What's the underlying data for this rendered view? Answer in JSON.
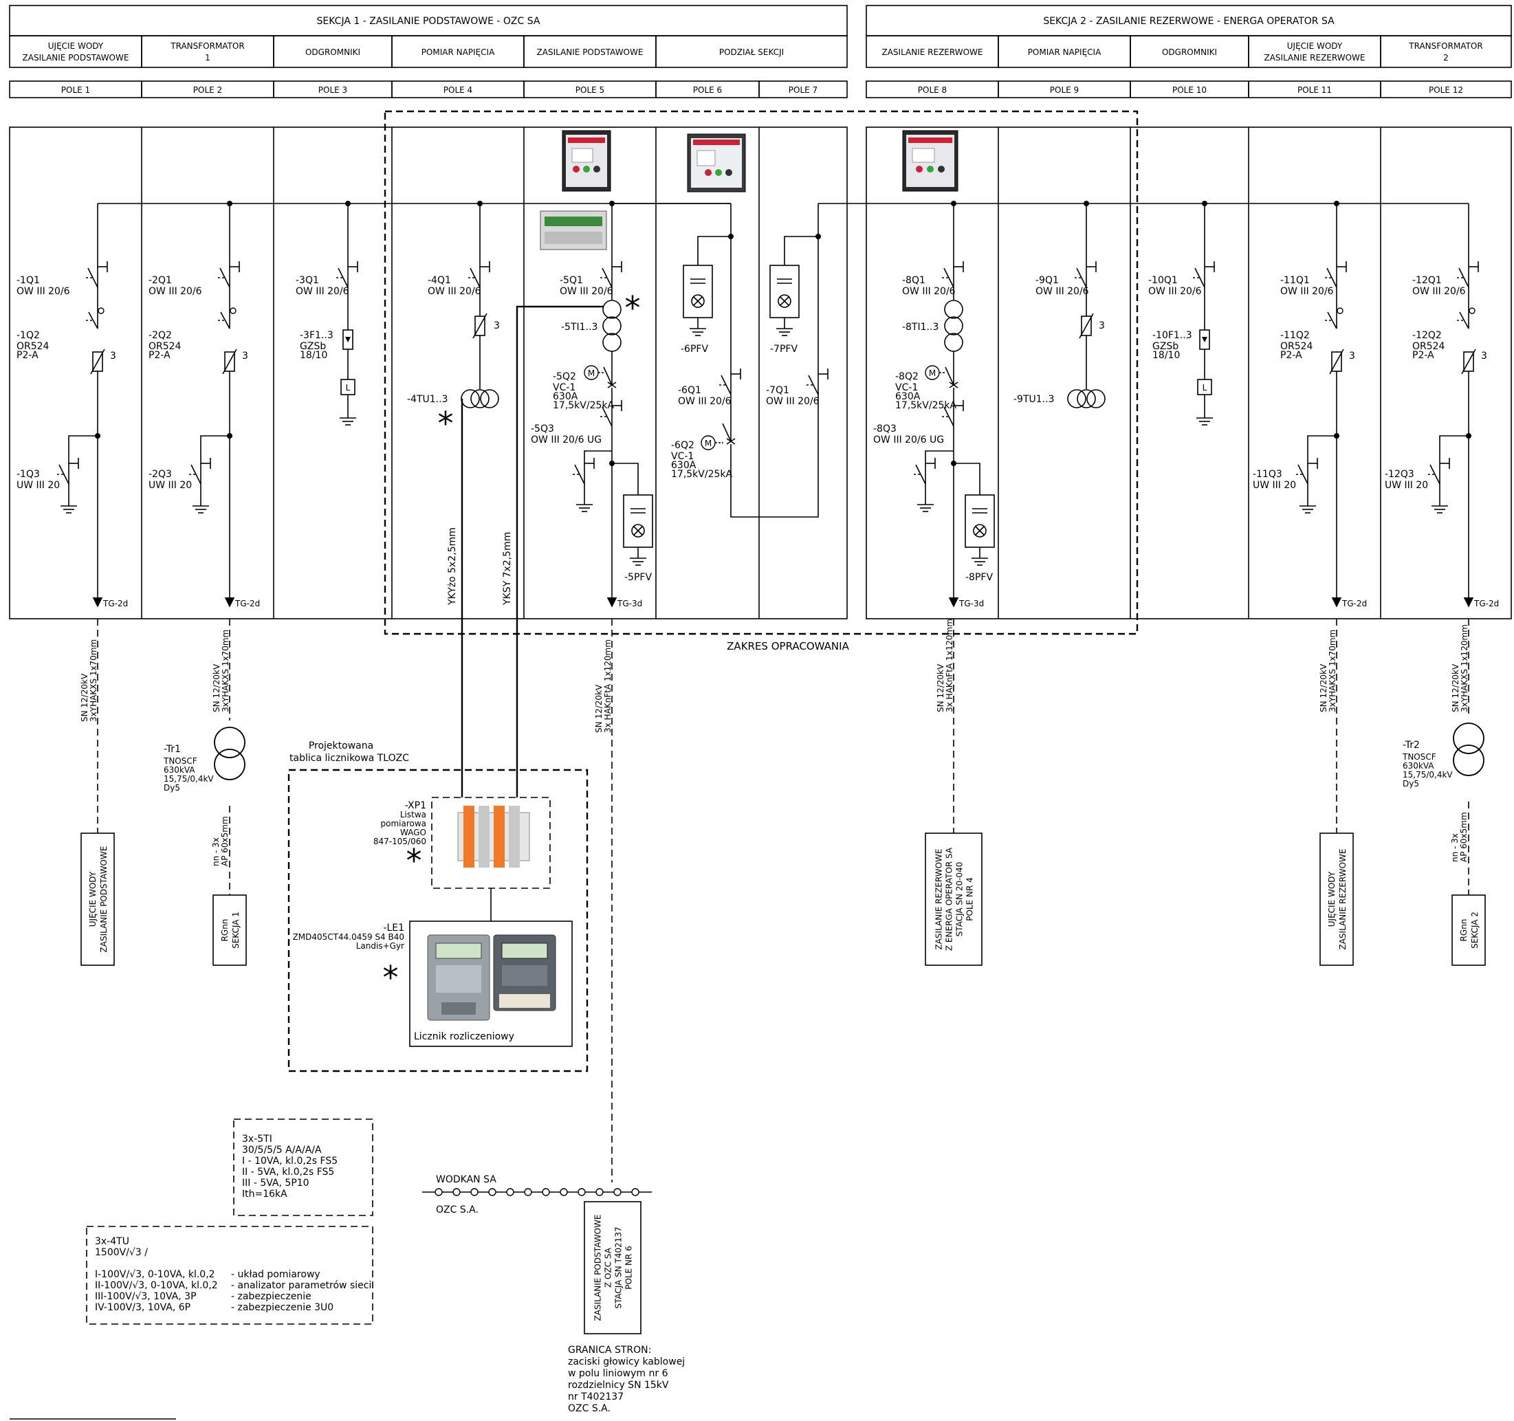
{
  "sections": [
    {
      "title": "SEKCJA 1 - ZASILANIE PODSTAWOWE - OZC SA"
    },
    {
      "title": "SEKCJA 2 - ZASILANIE REZERWOWE - ENERGA OPERATOR SA"
    }
  ],
  "functions": [
    {
      "l1": "UJĘCIE WODY",
      "l2": "ZASILANIE PODSTAWOWE"
    },
    {
      "l1": "TRANSFORMATOR",
      "l2": "1"
    },
    {
      "l1": "ODGROMNIKI",
      "l2": ""
    },
    {
      "l1": "POMIAR NAPIĘCIA",
      "l2": ""
    },
    {
      "l1": "ZASILANIE PODSTAWOWE",
      "l2": ""
    },
    {
      "l1": "PODZIAŁ SEKCJI",
      "l2": ""
    },
    {
      "l1": "ZASILANIE REZERWOWE",
      "l2": ""
    },
    {
      "l1": "POMIAR NAPIĘCIA",
      "l2": ""
    },
    {
      "l1": "ODGROMNIKI",
      "l2": ""
    },
    {
      "l1": "UJĘCIE WODY",
      "l2": "ZASILANIE REZERWOWE"
    },
    {
      "l1": "TRANSFORMATOR",
      "l2": "2"
    }
  ],
  "fields": [
    "POLE 1",
    "POLE 2",
    "POLE 3",
    "POLE 4",
    "POLE 5",
    "POLE 6",
    "POLE 7",
    "POLE 8",
    "POLE 9",
    "POLE 10",
    "POLE 11",
    "POLE 12"
  ],
  "labels": {
    "q1": [
      "-1Q1",
      "OW III 20/6"
    ],
    "q1b": [
      "-1Q2",
      "OR524",
      "P2-A"
    ],
    "q1c": [
      "-1Q3",
      "UW III 20"
    ],
    "q2": [
      "-2Q1",
      "OW III 20/6"
    ],
    "q2b": [
      "-2Q2",
      "OR524",
      "P2-A"
    ],
    "q2c": [
      "-2Q3",
      "UW III 20"
    ],
    "q3": [
      "-3Q1",
      "OW III 20/6"
    ],
    "q3b": [
      "-3F1..3",
      "GZSb",
      "18/10"
    ],
    "q4": [
      "-4Q1",
      "OW III 20/6"
    ],
    "q4b": [
      "-4TU1..3"
    ],
    "q5": [
      "-5Q1",
      "OW III 20/6"
    ],
    "q5b": [
      "-5TI1..3"
    ],
    "q5c": [
      "-5Q2",
      "VC-1",
      "630A",
      "17,5kV/25kA"
    ],
    "q5d": [
      "-5Q3",
      "OW III 20/6 UG"
    ],
    "q5e": [
      "-5PFV"
    ],
    "q6": [
      "-6PFV"
    ],
    "q6b": [
      "-6Q1",
      "OW III 20/6"
    ],
    "q6c": [
      "-6Q2",
      "VC-1",
      "630A",
      "17,5kV/25kA"
    ],
    "q7": [
      "-7PFV"
    ],
    "q7b": [
      "-7Q1",
      "OW III 20/6"
    ],
    "q8": [
      "-8Q1",
      "OW III 20/6"
    ],
    "q8b": [
      "-8TI1..3"
    ],
    "q8c": [
      "-8Q2",
      "VC-1",
      "630A",
      "17,5kV/25kA"
    ],
    "q8d": [
      "-8Q3",
      "OW III 20/6 UG"
    ],
    "q8e": [
      "-8PFV"
    ],
    "q9": [
      "-9Q1",
      "OW III 20/6"
    ],
    "q9b": [
      "-9TU1..3"
    ],
    "q10": [
      "-10Q1",
      "OW III 20/6"
    ],
    "q10b": [
      "-10F1..3",
      "GZSb",
      "18/10"
    ],
    "q11": [
      "-11Q1",
      "OW III 20/6"
    ],
    "q11b": [
      "-11Q2",
      "OR524",
      "P2-A"
    ],
    "q11c": [
      "-11Q3",
      "UW III 20"
    ],
    "q12": [
      "-12Q1",
      "OW III 20/6"
    ],
    "q12b": [
      "-12Q2",
      "OR524",
      "P2-A"
    ],
    "q12c": [
      "-12Q3",
      "UW III 20"
    ],
    "three": "3",
    "lcap": "L",
    "motor": "M",
    "star": "*"
  },
  "terms": [
    "TG-2d",
    "TG-2d",
    "TG-3d",
    "TG-3d",
    "TG-2d",
    "TG-2d"
  ],
  "cables": [
    {
      "l1": "SN 12/20kV",
      "l2": "3xYHAKXS 1x70mm"
    },
    {
      "l1": "SN 12/20kV",
      "l2": "3xYHAKXS 1x70mm"
    },
    {
      "l1": "SN 12/20kV",
      "l2": "3x HAKnFtA 1x120mm"
    },
    {
      "l1": "SN 12/20kV",
      "l2": "3x HAKnFtA 1x120mm"
    },
    {
      "l1": "SN 12/20kV",
      "l2": "3xYHAKXS 1x70mm"
    },
    {
      "l1": "SN 12/20kV",
      "l2": "3xYHAKXS 1x120mm"
    }
  ],
  "meas_cables": [
    "YKYżo 5x2,5mm",
    "YKSY 7x2,5mm"
  ],
  "scope": "ZAKRES OPRACOWANIA",
  "tr1": [
    "-Tr1",
    "TNOSCF",
    "630kVA",
    "15,75/0,4kV",
    "Dy5"
  ],
  "tr2": [
    "-Tr2",
    "TNOSCF",
    "630kVA",
    "15,75/0,4kV",
    "Dy5"
  ],
  "lv1": [
    "nn - 3x",
    "AP 60x5mm"
  ],
  "lv2": [
    "nn - 3x",
    "AP 60x5mm"
  ],
  "dest": {
    "d1": [
      "UJĘCIE WODY",
      "ZASILANIE PODSTAWOWE"
    ],
    "d2": [
      "RGnn",
      "SEKCJA 1"
    ],
    "d3": [
      "ZASILANIE REZERWOWE",
      "Z ENERGA OPERATOR SA",
      "STACJA SN 20-040",
      "POLE NR 4"
    ],
    "d4": [
      "UJĘCIE WODY",
      "ZASILANIE REZERWOWE"
    ],
    "d5": [
      "RGnn",
      "SEKCJA 2"
    ],
    "d6": [
      "ZASILANIE PODSTAWOWE",
      "Z OZC SA",
      "STACJA SN T402137",
      "POLE NR 6"
    ]
  },
  "board": {
    "title1": "Projektowana",
    "title2": "tablica licznikowa TLOZC",
    "xp": [
      "-XP1",
      "Listwa",
      "pomiarowa",
      "WAGO",
      "847-105/060"
    ],
    "le": [
      "-LE1",
      "ZMD405CT44.0459 S4 B40",
      "Landis+Gyr"
    ],
    "meter_caption": "Licznik rozliczeniowy"
  },
  "ti_spec": [
    "3x-5TI",
    "30/5/5/5  A/A/A/A",
    "I - 10VA, kl.0,2s FS5",
    "II - 5VA, kl.0,2s FS5",
    "III - 5VA, 5P10",
    "Ith=16kA"
  ],
  "tu_spec": {
    "head": [
      "3x-4TU",
      "1500V/√3 /"
    ],
    "rows": [
      {
        "a": "I-100V/√3, 0-10VA, kl.0,2",
        "b": "- układ pomiarowy"
      },
      {
        "a": "II-100V/√3, 0-10VA, kl.0,2",
        "b": "- analizator parametrów sieci"
      },
      {
        "a": "III-100V/√3, 10VA, 3P",
        "b": "- zabezpieczenie"
      },
      {
        "a": "IV-100V/3, 10VA, 6P",
        "b": "- zabezpieczenie 3U0"
      }
    ]
  },
  "boundary": {
    "left_top": "WODKAN SA",
    "left_bottom": "OZC S.A.",
    "note": [
      "GRANICA STRON:",
      "zaciski głowicy kablowej",
      "w polu liniowym nr 6",
      "rozdzielnicy SN 15kV",
      "nr T402137",
      "OZC S.A."
    ]
  }
}
